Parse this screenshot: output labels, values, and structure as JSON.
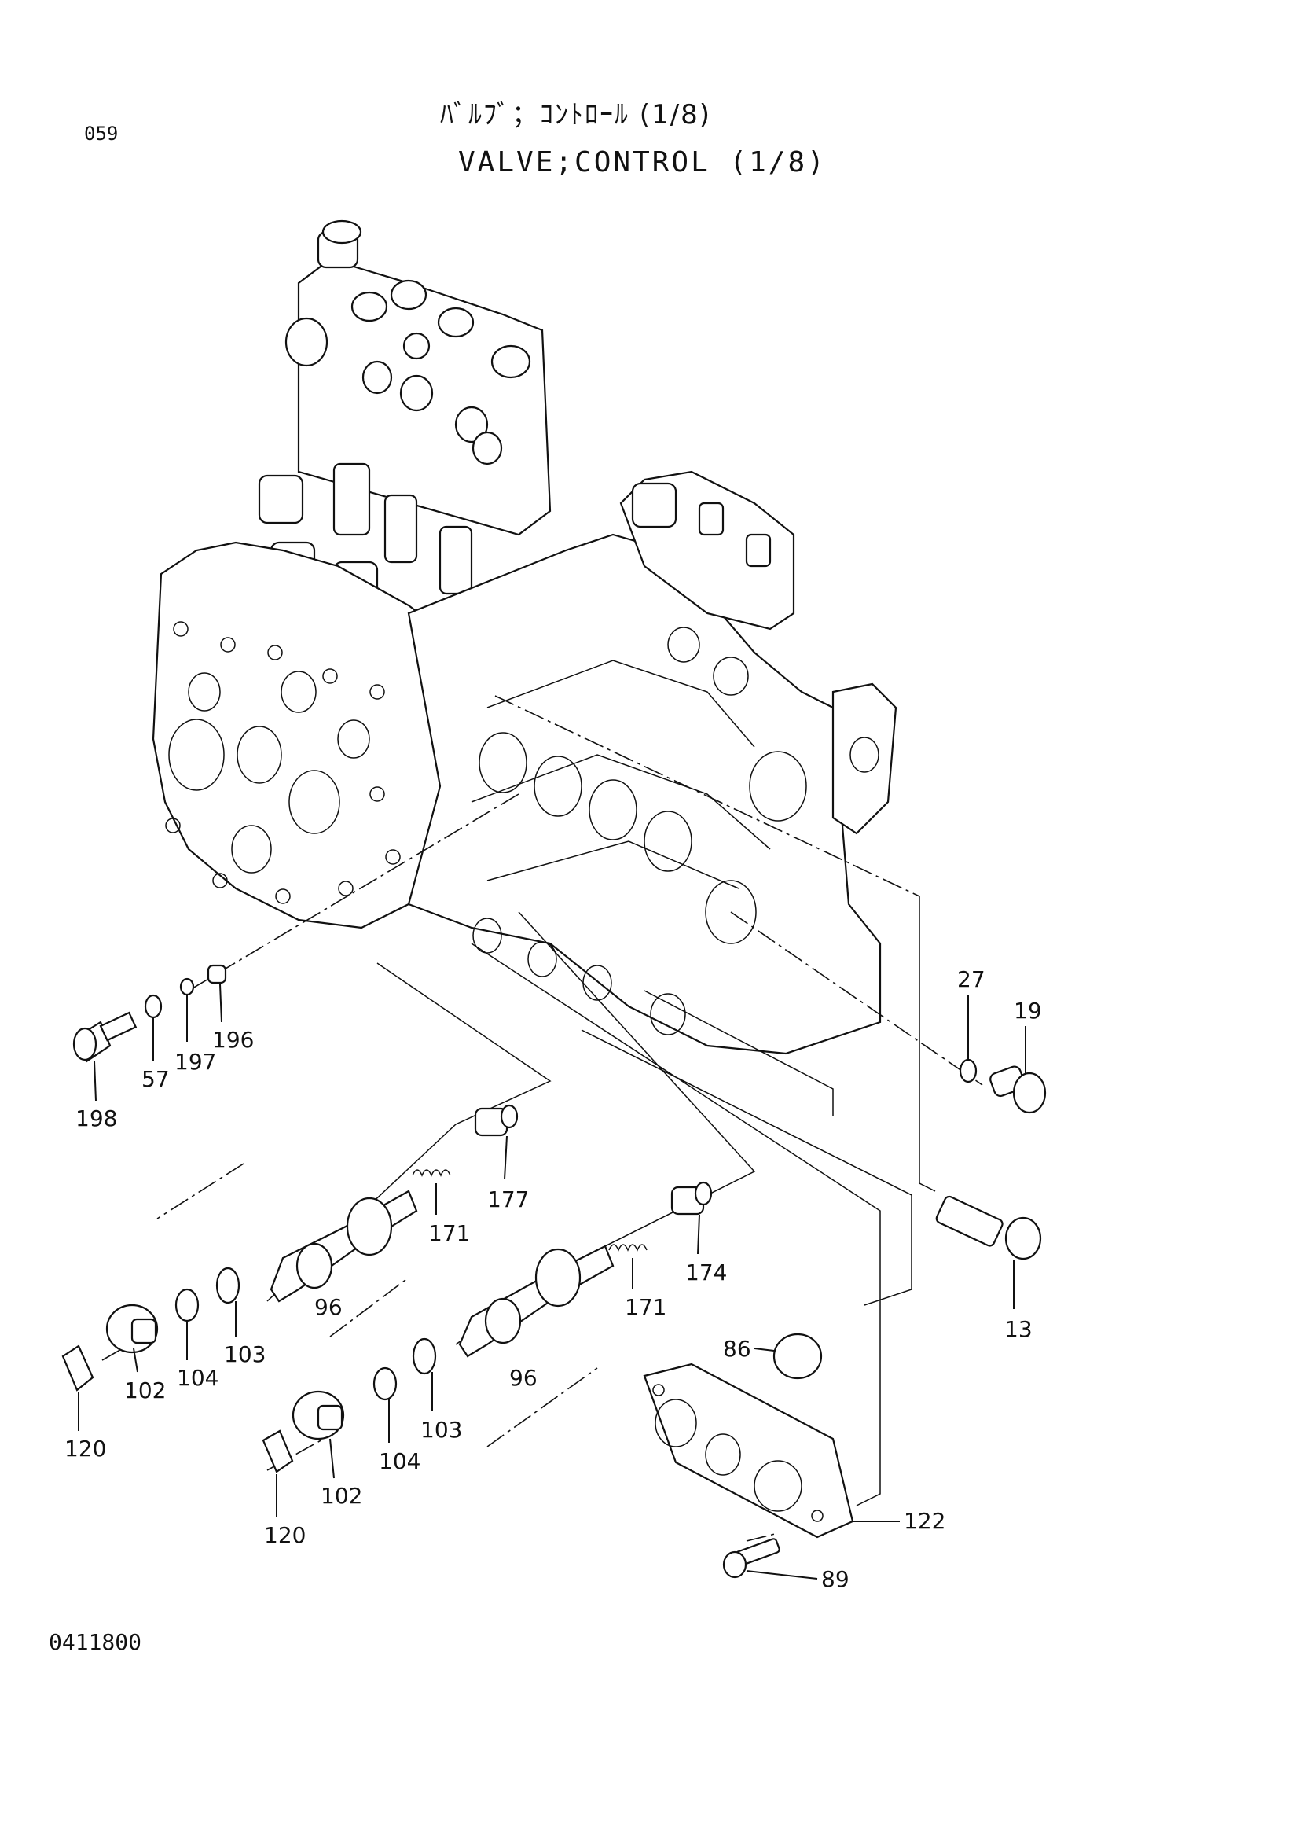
{
  "header": {
    "page_number": "059",
    "title_jp": "ﾊﾞﾙﾌﾞ；ｺﾝﾄﾛｰﾙ (1/8)",
    "title_en": "VALVE;CONTROL (1/8)"
  },
  "footer": {
    "drawing_number": "0411800"
  },
  "callouts": {
    "c27": "27",
    "c19": "19",
    "c198": "198",
    "c57": "57",
    "c197": "197",
    "c196": "196",
    "c177": "177",
    "c171a": "171",
    "c96a": "96",
    "c103a": "103",
    "c104a": "104",
    "c102a": "102",
    "c120a": "120",
    "c174": "174",
    "c171b": "171",
    "c13": "13",
    "c86": "86",
    "c96b": "96",
    "c103b": "103",
    "c104b": "104",
    "c102b": "102",
    "c120b": "120",
    "c122": "122",
    "c89": "89"
  }
}
